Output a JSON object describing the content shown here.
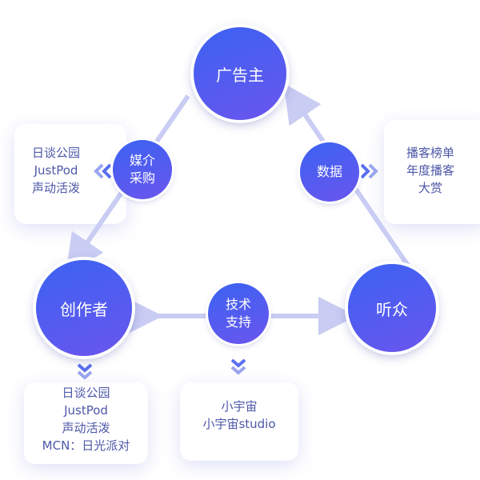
{
  "nodes": {
    "advertiser": "广告主",
    "creator": "创作者",
    "audience": "听众"
  },
  "links": {
    "media_buy": [
      "媒介",
      "采购"
    ],
    "data": [
      "数据"
    ],
    "tech": [
      "技术",
      "支持"
    ]
  },
  "cards": {
    "media_buy": [
      "日谈公园",
      "JustPod",
      "声动活泼"
    ],
    "data": [
      "播客榜单",
      "年度播客",
      "大赏"
    ],
    "creator": [
      "日谈公园",
      "JustPod",
      "声动活泼",
      "MCN：日光派对"
    ],
    "tech": [
      "小宇宙",
      "小宇宙studio"
    ]
  },
  "colors": {
    "line": "#c9ccf3",
    "node": "#3b63f2",
    "text": "#4d58a8"
  }
}
